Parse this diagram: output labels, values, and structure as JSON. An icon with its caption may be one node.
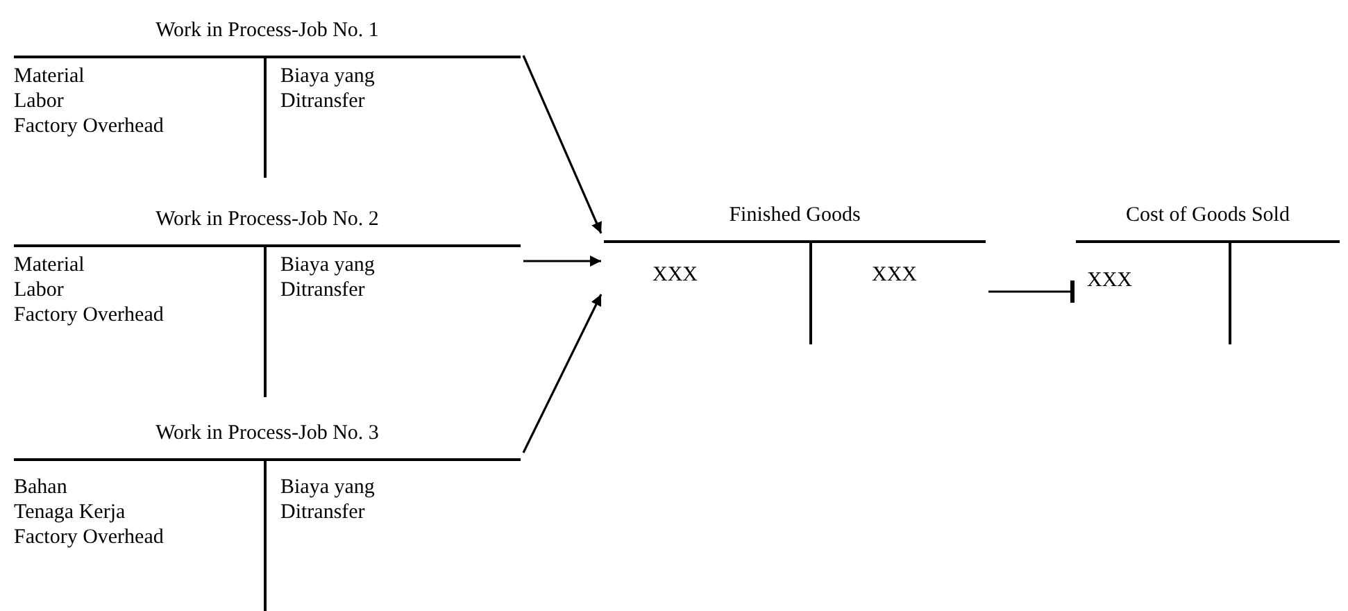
{
  "diagram": {
    "nodes": [
      {
        "text": [
          "Work in Process-Job No. 1",
          "Material",
          "Labor",
          "Factory Overhead",
          "Biaya yang Ditransfer"
        ]
      },
      {
        "text": [
          "Work in Process-Job No. 2",
          "Material",
          "Labor",
          "Factory Overhead",
          "Biaya yang Ditransfer"
        ]
      },
      {
        "text": [
          "Work in Process-Job No. 3",
          "Bahan",
          "Tenaga Kerja",
          "Factory Overhead",
          "Biaya yang Ditransfer"
        ]
      },
      {
        "text": [
          "Finished Goods",
          "XXX",
          "XXX"
        ]
      },
      {
        "text": [
          "Cost of Goods Sold",
          "XXX"
        ]
      }
    ],
    "edges": [
      {
        "from": 0,
        "to": 3,
        "arrow": "to"
      },
      {
        "from": 1,
        "to": 3,
        "arrow": "to"
      },
      {
        "from": 2,
        "to": 3,
        "arrow": "to"
      },
      {
        "from": 3,
        "to": 4,
        "arrow": "other"
      }
    ]
  }
}
